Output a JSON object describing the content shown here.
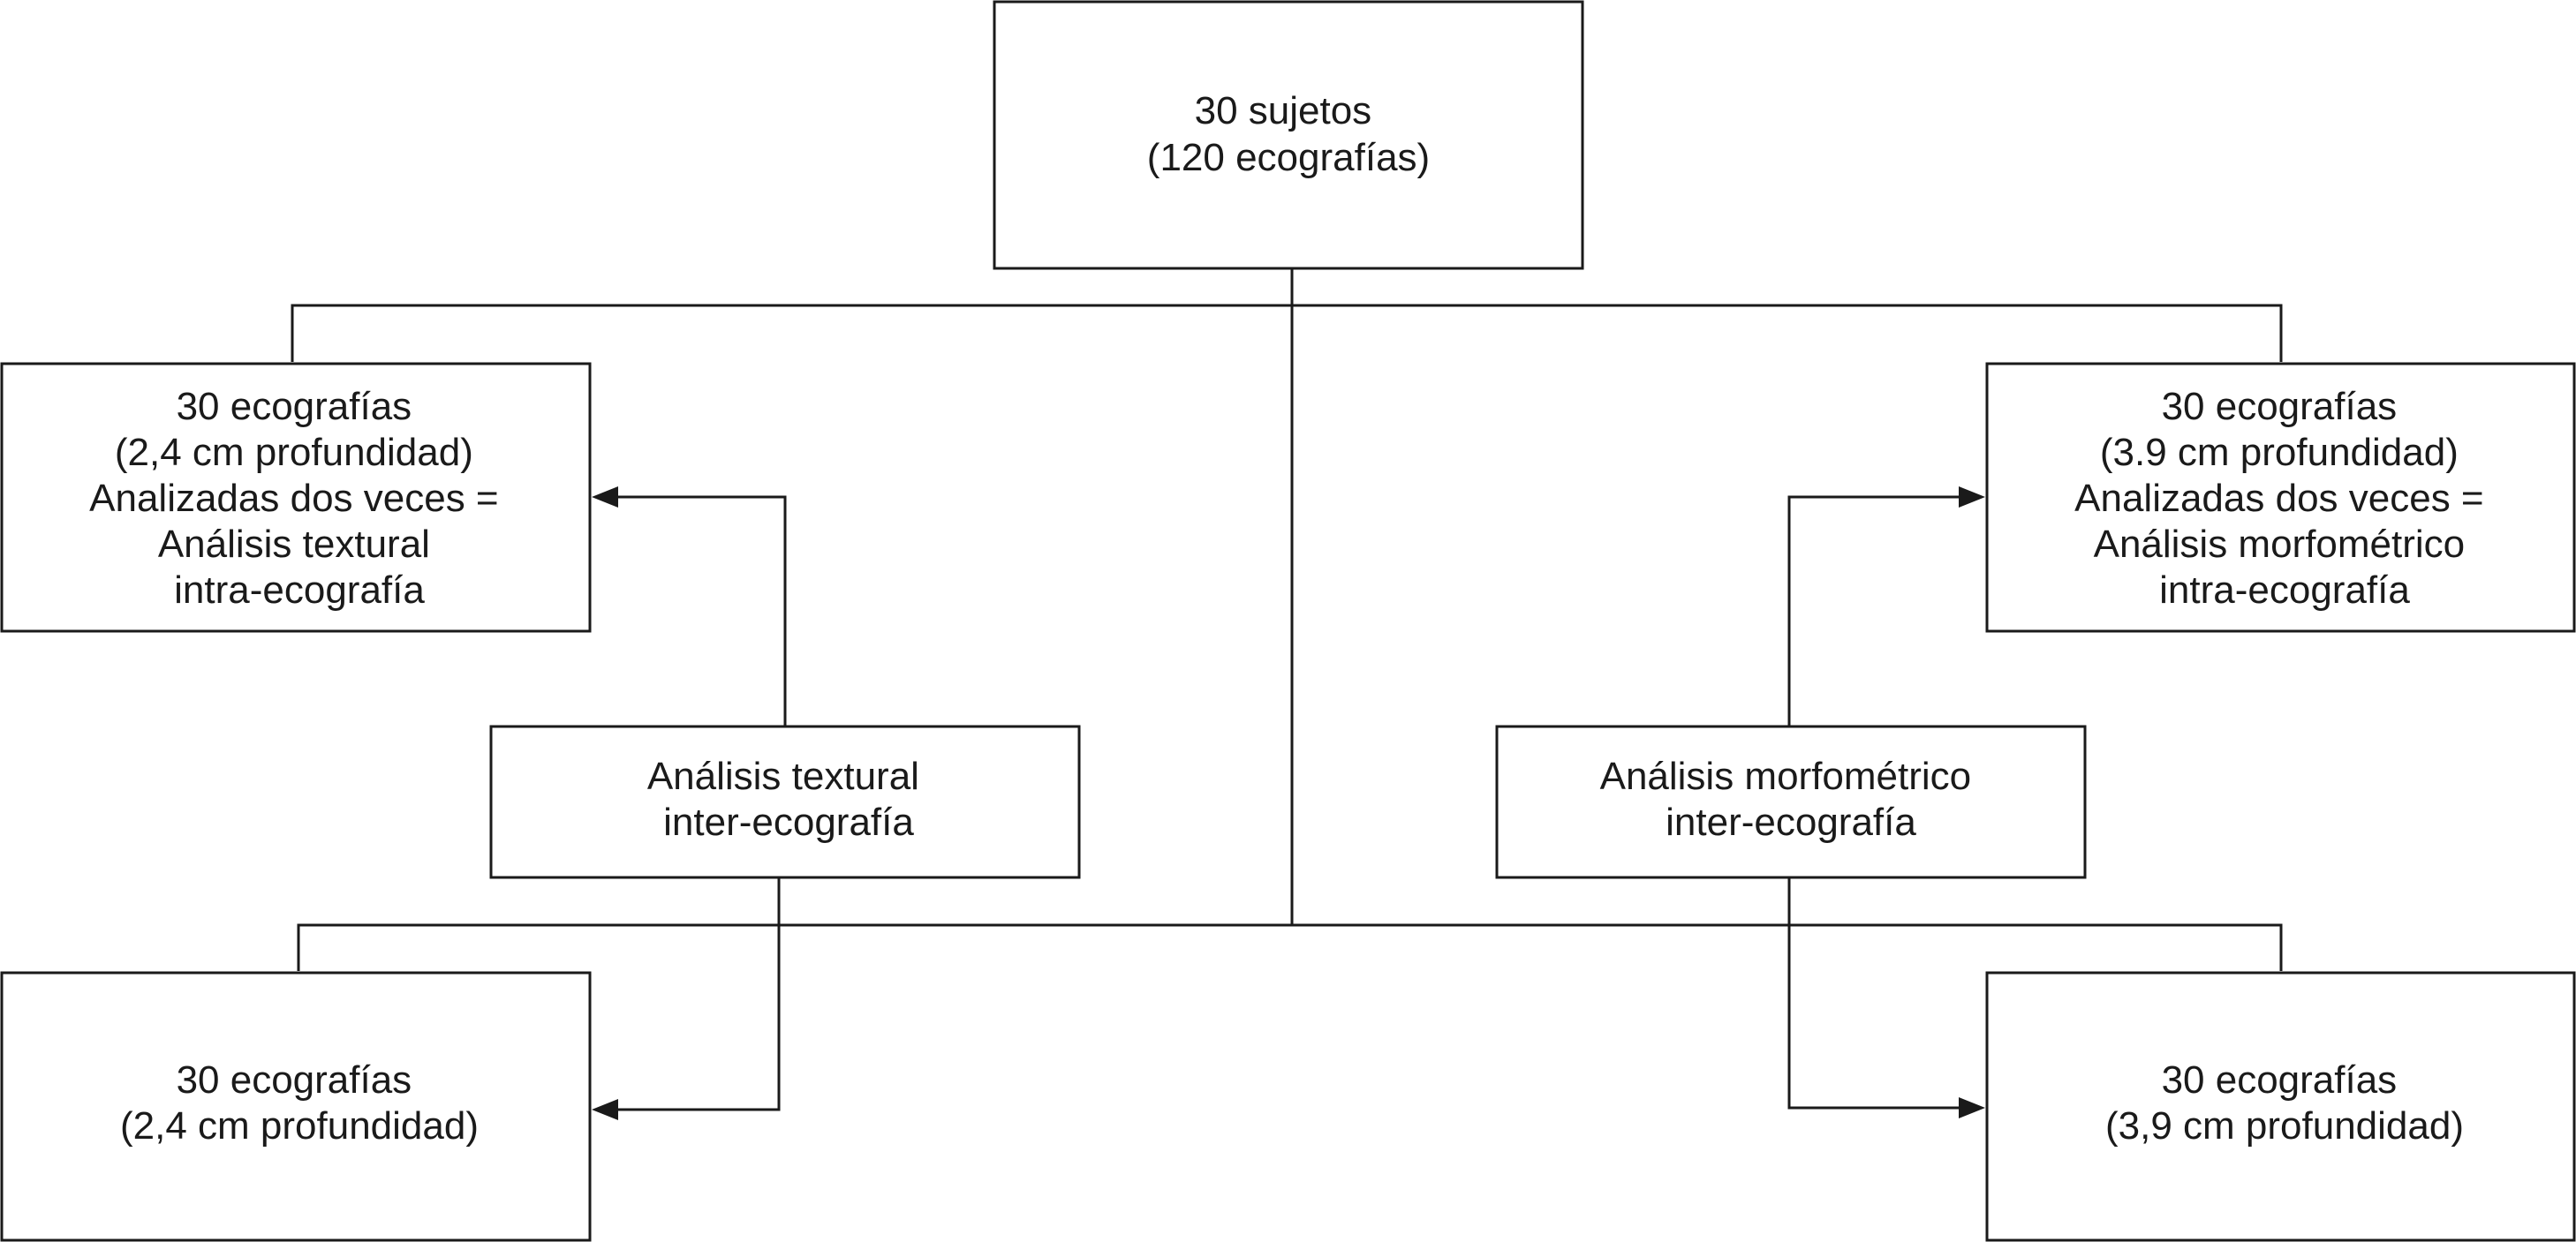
{
  "colors": {
    "line": "#1a1a1a",
    "text": "#1a1a1a",
    "box_fill": "#ffffff"
  },
  "nodes": {
    "root": {
      "lines": [
        "30 sujetos",
        "(120 ecografías)"
      ]
    },
    "top_left": {
      "lines": [
        "30 ecografías",
        "(2,4 cm profundidad)",
        "Analizadas dos veces =",
        "Análisis textural",
        "intra-ecografía"
      ]
    },
    "top_right": {
      "lines": [
        "30 ecografías",
        "(3.9 cm profundidad)",
        "Analizadas dos veces =",
        "Análisis morfométrico",
        "intra-ecografía"
      ]
    },
    "mid_left": {
      "lines": [
        "Análisis textural",
        "inter-ecografía"
      ]
    },
    "mid_right": {
      "lines": [
        "Análisis morfométrico",
        "inter-ecografía"
      ]
    },
    "bottom_left": {
      "lines": [
        "30 ecografías",
        "(2,4 cm profundidad)"
      ]
    },
    "bottom_right": {
      "lines": [
        "30 ecografías",
        "(3,9 cm profundidad)"
      ]
    }
  }
}
